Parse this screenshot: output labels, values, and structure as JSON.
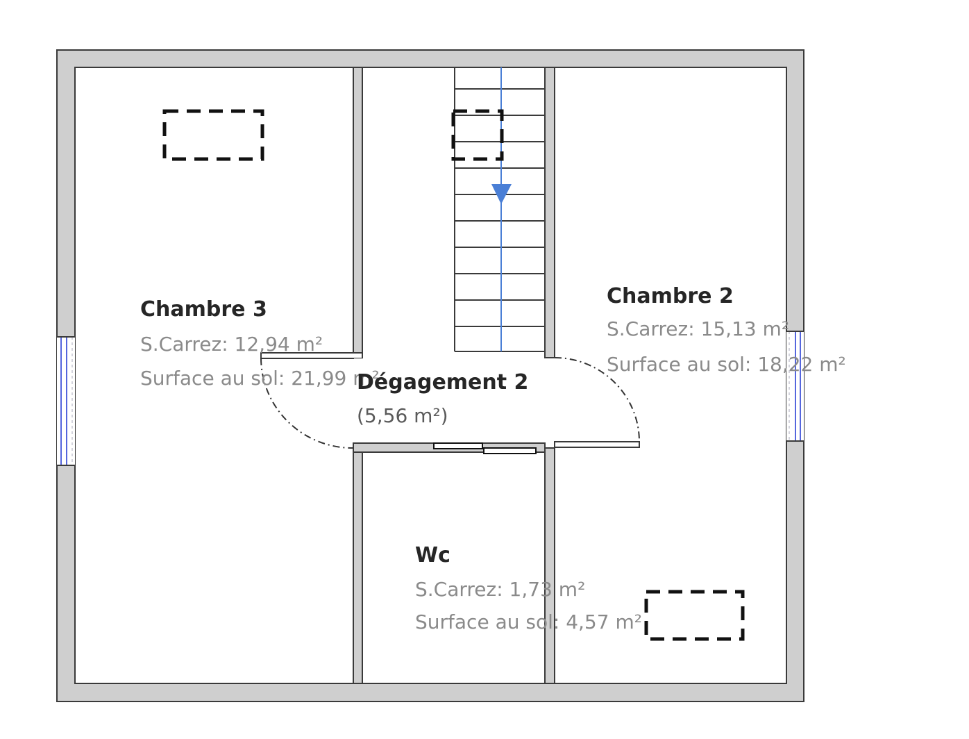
{
  "colors": {
    "wall": "#cfcfcf",
    "wall_outline": "#3a3a3a",
    "window": "#5566dd",
    "stair_arrow": "#4a7fd6",
    "dashed": "#111111"
  },
  "rooms": {
    "chambre3": {
      "name": "Chambre 3",
      "carrez": "S.Carrez: 12,94 m²",
      "sol": "Surface au sol: 21,99 m²"
    },
    "chambre2": {
      "name": "Chambre 2",
      "carrez": "S.Carrez: 15,13 m²",
      "sol": "Surface au sol: 18,22 m²"
    },
    "degagement2": {
      "name": "Dégagement 2",
      "area": "(5,56 m²)"
    },
    "wc": {
      "name": "Wc",
      "carrez": "S.Carrez: 1,73 m²",
      "sol": "Surface au sol: 4,57 m²"
    }
  }
}
